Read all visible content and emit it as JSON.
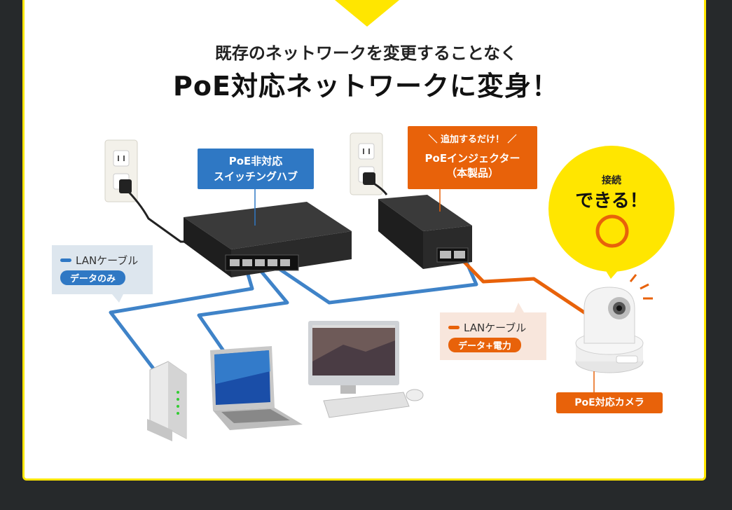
{
  "heading": {
    "subtitle": "既存のネットワークを変更することなく",
    "title": "PoE対応ネットワークに変身！"
  },
  "switch_label": {
    "line1": "PoE非対応",
    "line2": "スイッチングハブ"
  },
  "injector_label": {
    "tagline": "＼ 追加するだけ！ ／",
    "line1": "PoEインジェクター",
    "line2": "（本製品）"
  },
  "bubble": {
    "small": "接続",
    "large": "できる！",
    "symbol_color": "#e8620a"
  },
  "lan_data_only": {
    "label": "LANケーブル",
    "pill": "データのみ",
    "color": "#2f78c4"
  },
  "lan_data_power": {
    "label": "LANケーブル",
    "pill": "データ+電力",
    "color": "#e8620a"
  },
  "camera_label": "PoE対応カメラ",
  "colors": {
    "accent_yellow": "#ffe600",
    "cable_blue": "#3f83c8",
    "cable_orange": "#e8620a"
  }
}
